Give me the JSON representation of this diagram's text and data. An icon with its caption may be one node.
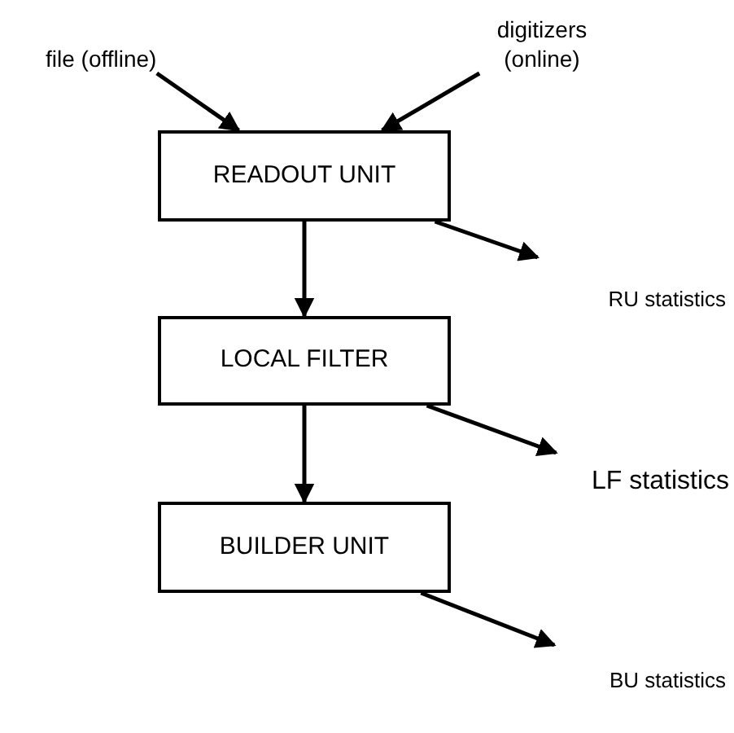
{
  "diagram": {
    "nodes": [
      {
        "text": [
          "file (offline)"
        ]
      },
      {
        "text": [
          "digitizers (online)"
        ]
      },
      {
        "text": [
          "READOUT UNIT"
        ]
      },
      {
        "text": [
          "LOCAL FILTER"
        ]
      },
      {
        "text": [
          "BUILDER UNIT"
        ]
      },
      {
        "text": [
          "RU statistics"
        ]
      },
      {
        "text": [
          "LF statistics"
        ]
      },
      {
        "text": [
          "BU statistics"
        ]
      }
    ],
    "edges": [
      {
        "from": 0,
        "to": 2,
        "arrow": "to"
      },
      {
        "from": 1,
        "to": 2,
        "arrow": "to"
      },
      {
        "from": 2,
        "to": 3,
        "arrow": "to"
      },
      {
        "from": 3,
        "to": 4,
        "arrow": "to"
      },
      {
        "from": 2,
        "to": 5,
        "arrow": "to"
      },
      {
        "from": 3,
        "to": 6,
        "arrow": "to"
      },
      {
        "from": 4,
        "to": 7,
        "arrow": "to"
      }
    ]
  }
}
